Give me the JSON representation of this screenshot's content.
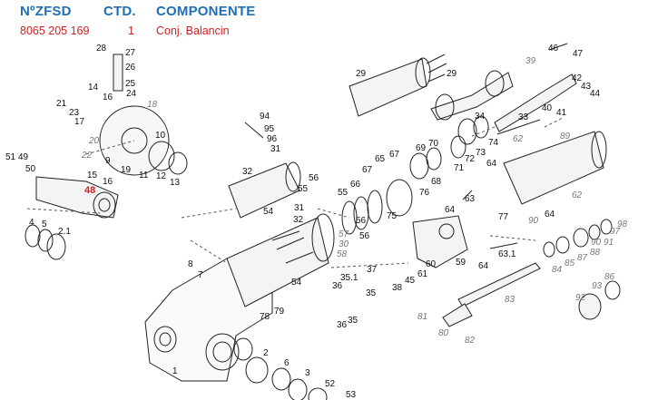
{
  "header": {
    "col1": "NºZFSD",
    "col2": "CTD.",
    "col3": "COMPONENTE"
  },
  "row": {
    "part_number": "8065 205 169",
    "quantity": "1",
    "component": "Conj. Balancin"
  },
  "highlight_color": "#d11f1f",
  "header_color": "#1f6fb6",
  "callouts_black": [
    "1",
    "2",
    "2.1",
    "3",
    "4",
    "5",
    "6",
    "7",
    "8",
    "9",
    "10",
    "11",
    "12",
    "13",
    "14",
    "15",
    "16",
    "16",
    "17",
    "19",
    "21",
    "23",
    "24",
    "25",
    "26",
    "27",
    "28",
    "29",
    "29",
    "31",
    "31",
    "32",
    "32",
    "33",
    "34",
    "35",
    "35",
    "35.1",
    "36",
    "36",
    "37",
    "38",
    "40",
    "41",
    "42",
    "43",
    "44",
    "45",
    "46",
    "47",
    "49",
    "50",
    "51",
    "52",
    "53",
    "54",
    "54",
    "55",
    "55",
    "56",
    "56",
    "56",
    "59",
    "60",
    "61",
    "63",
    "63.1",
    "64",
    "64",
    "64",
    "64",
    "65",
    "66",
    "67",
    "67",
    "68",
    "69",
    "70",
    "71",
    "72",
    "73",
    "74",
    "75",
    "76",
    "77",
    "78",
    "79",
    "94",
    "95",
    "96"
  ],
  "callouts_gray": [
    "18",
    "20",
    "22",
    "30",
    "39",
    "57",
    "58",
    "62",
    "62",
    "80",
    "81",
    "82",
    "83",
    "84",
    "85",
    "86",
    "87",
    "88",
    "89",
    "90",
    "90",
    "91",
    "92",
    "93",
    "97",
    "98"
  ],
  "callouts_red": [
    "48"
  ]
}
